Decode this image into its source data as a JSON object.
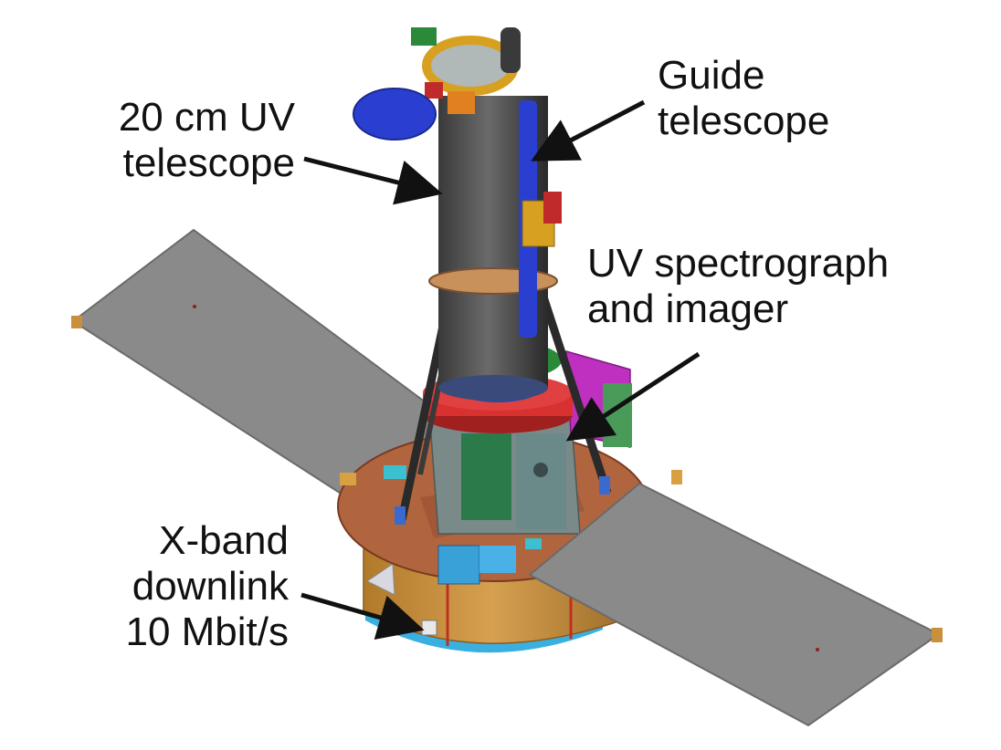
{
  "labels": {
    "uv_telescope": {
      "line1": "20 cm UV",
      "line2": "telescope"
    },
    "guide_telescope": {
      "line1": "Guide",
      "line2": "telescope"
    },
    "spectrograph": {
      "line1": "UV spectrograph",
      "line2": "and imager"
    },
    "xband": {
      "line1": "X-band",
      "line2": "downlink",
      "line3": "10 Mbit/s"
    }
  },
  "colors": {
    "panel": "#8a8a8a",
    "deck": "#b0653f",
    "tube": "#4a4a4a",
    "ring_red": "#d93030",
    "guide_blue": "#2a3fd0",
    "cylinder": "#c8903a",
    "base_blue": "#3ab0e0",
    "instrument_green": "#2a7a4a",
    "instrument_gray": "#6a8a8a",
    "magenta_box": "#c030c0",
    "cyan_part": "#3aa0d8",
    "arrow": "#111111"
  }
}
